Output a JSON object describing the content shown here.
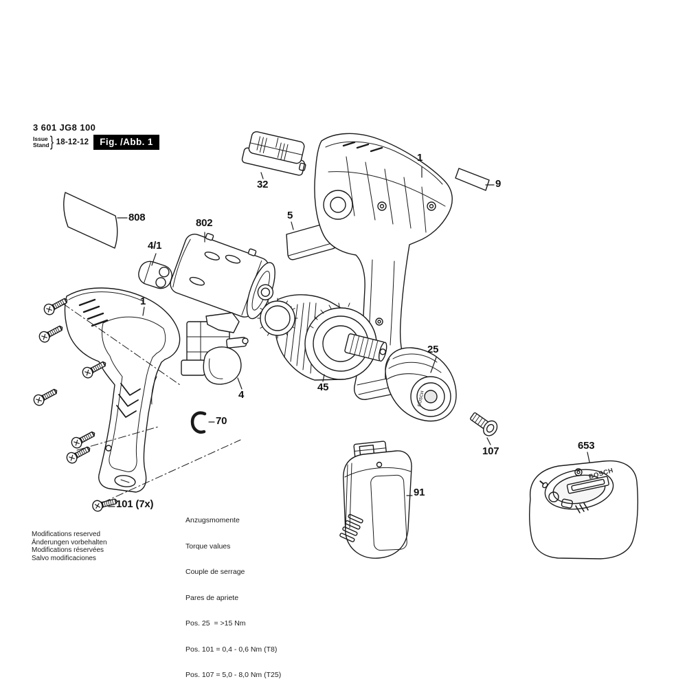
{
  "header": {
    "part_number": "3 601 JG8 100",
    "issue_label_top": "Issue",
    "issue_label_bottom": "Stand",
    "issue_brace": "}",
    "issue_date": "18-12-12",
    "figure_label": "Fig. /Abb. 1"
  },
  "footer": {
    "modifications": [
      "Modifications reserved",
      "Änderungen vorbehalten",
      "Modifications réservées",
      "Salvo modificaciones"
    ]
  },
  "torque_block": {
    "heading_lines": [
      "Anzugsmomente",
      "Torque values",
      "Couple de serrage",
      "Pares de apriete"
    ],
    "entries": [
      "Pos. 25  = >15 Nm",
      "Pos. 101 = 0,4 - 0,6 Nm (T8)",
      "Pos. 107 = 5,0 - 8,0 Nm (T25)"
    ]
  },
  "diagram": {
    "line_color": "#1a1a1a",
    "brand_marking": "BOSCH",
    "labels": {
      "housing_right": "1",
      "housing_left": "1",
      "switch_module": "4",
      "suppressor": "4/1",
      "cover_plate": "5",
      "sticker_small": "9",
      "chuck": "25",
      "slider_button": "32",
      "gearbox": "45",
      "clip": "70",
      "battery": "91",
      "housing_screws": "101 (7x)",
      "chuck_screw": "107",
      "charger": "653",
      "motor": "802",
      "sticker_large": "808"
    }
  }
}
